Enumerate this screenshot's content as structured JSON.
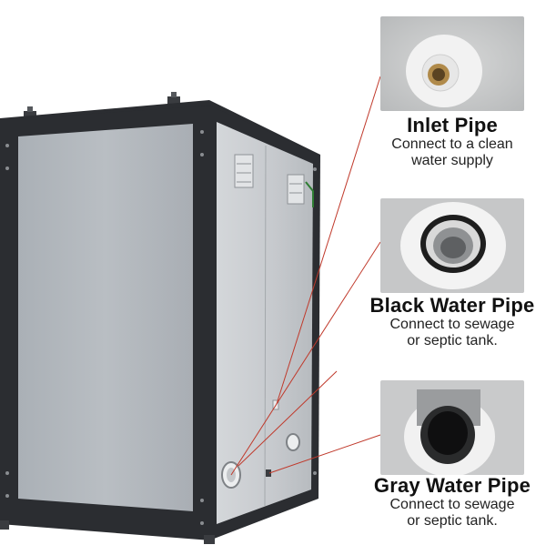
{
  "callouts": {
    "inlet": {
      "title": "Inlet Pipe",
      "desc_line1": "Connect to a clean",
      "desc_line2": "water supply"
    },
    "black": {
      "title": "Black Water Pipe",
      "desc_line1": "Connect to sewage",
      "desc_line2": "or septic tank."
    },
    "gray": {
      "title": "Gray Water Pipe",
      "desc_line1": "Connect to sewage",
      "desc_line2": "or septic tank."
    }
  },
  "colors": {
    "frame": "#2b2d31",
    "panel_front": "#b3b8bd",
    "panel_side": "#c9cccf",
    "leader_line": "#c0392b"
  }
}
